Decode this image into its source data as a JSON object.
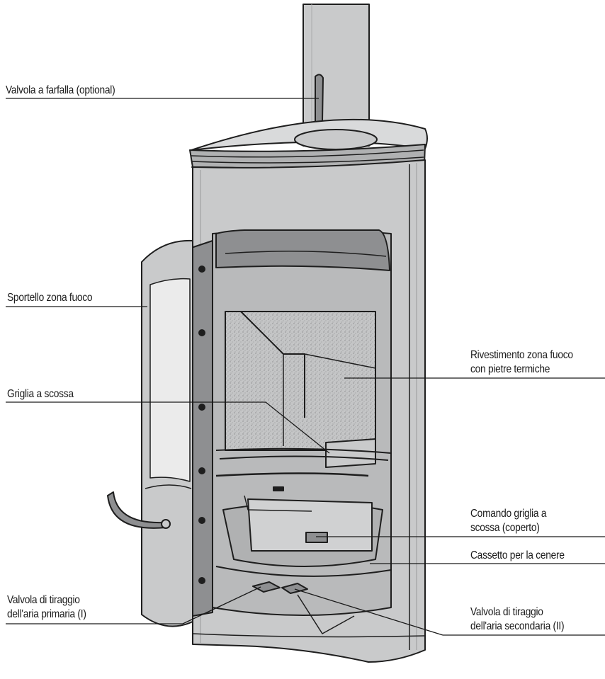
{
  "labels": {
    "butterfly_valve": "Valvola a farfalla (optional)",
    "firebox_door": "Sportello zona fuoco",
    "shaking_grate": "Griglia a scossa",
    "lining_line1": "Rivestimento zona fuoco",
    "lining_line2": "con pietre termiche",
    "grate_control_line1": "Comando griglia a",
    "grate_control_line2": "scossa (coperto)",
    "ash_drawer": "Cassetto per la cenere",
    "primary_air_line1": "Valvola di tiraggio",
    "primary_air_line2": "dell'aria primaria (I)",
    "secondary_air_line1": "Valvola di tiraggio",
    "secondary_air_line2": "dell'aria secondaria (II)"
  },
  "colors": {
    "body_fill": "#c9cacb",
    "body_light": "#d9dadb",
    "dark_fill": "#8e8f91",
    "stone_fill": "#b9babb",
    "stroke": "#1e1e1e",
    "door_glass": "#ebebeb"
  }
}
